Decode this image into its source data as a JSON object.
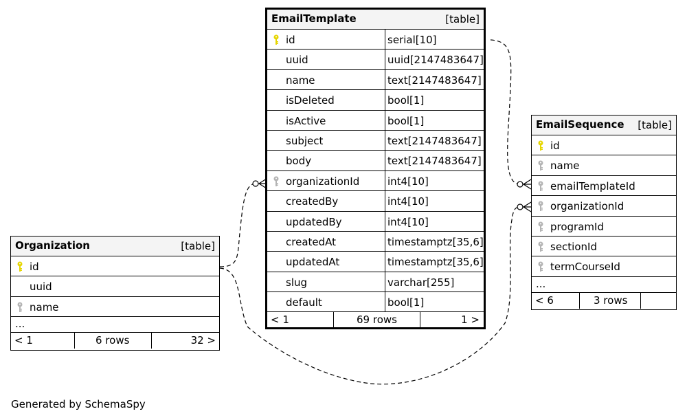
{
  "generator": "Generated by SchemaSpy",
  "key_colors": {
    "primary": "#e6d600",
    "foreign": "#b4b4b4"
  },
  "email_template": {
    "name": "EmailTemplate",
    "kind": "[table]",
    "columns": [
      {
        "name": "id",
        "type": "serial[10]",
        "key": "primary-key-icon"
      },
      {
        "name": "uuid",
        "type": "uuid[2147483647]",
        "key": ""
      },
      {
        "name": "name",
        "type": "text[2147483647]",
        "key": ""
      },
      {
        "name": "isDeleted",
        "type": "bool[1]",
        "key": ""
      },
      {
        "name": "isActive",
        "type": "bool[1]",
        "key": ""
      },
      {
        "name": "subject",
        "type": "text[2147483647]",
        "key": ""
      },
      {
        "name": "body",
        "type": "text[2147483647]",
        "key": ""
      },
      {
        "name": "organizationId",
        "type": "int4[10]",
        "key": "foreign-key-icon"
      },
      {
        "name": "createdBy",
        "type": "int4[10]",
        "key": ""
      },
      {
        "name": "updatedBy",
        "type": "int4[10]",
        "key": ""
      },
      {
        "name": "createdAt",
        "type": "timestamptz[35,6]",
        "key": ""
      },
      {
        "name": "updatedAt",
        "type": "timestamptz[35,6]",
        "key": ""
      },
      {
        "name": "slug",
        "type": "varchar[255]",
        "key": ""
      },
      {
        "name": "default",
        "type": "bool[1]",
        "key": ""
      }
    ],
    "footer": {
      "left": "< 1",
      "middle": "69 rows",
      "right": "1 >"
    }
  },
  "organization": {
    "name": "Organization",
    "kind": "[table]",
    "columns": [
      {
        "name": "id",
        "key": "primary-key-icon"
      },
      {
        "name": "uuid",
        "key": ""
      },
      {
        "name": "name",
        "key": "foreign-key-icon"
      }
    ],
    "more": "...",
    "footer": {
      "left": "< 1",
      "middle": "6 rows",
      "right": "32 >"
    }
  },
  "email_sequence": {
    "name": "EmailSequence",
    "kind": "[table]",
    "columns": [
      {
        "name": "id",
        "key": "primary-key-icon"
      },
      {
        "name": "name",
        "key": "foreign-key-icon"
      },
      {
        "name": "emailTemplateId",
        "key": "foreign-key-icon"
      },
      {
        "name": "organizationId",
        "key": "foreign-key-icon"
      },
      {
        "name": "programId",
        "key": "foreign-key-icon"
      },
      {
        "name": "sectionId",
        "key": "foreign-key-icon"
      },
      {
        "name": "termCourseId",
        "key": "foreign-key-icon"
      }
    ],
    "more": "...",
    "footer": {
      "left": "< 6",
      "middle": "3 rows",
      "right": ""
    }
  }
}
